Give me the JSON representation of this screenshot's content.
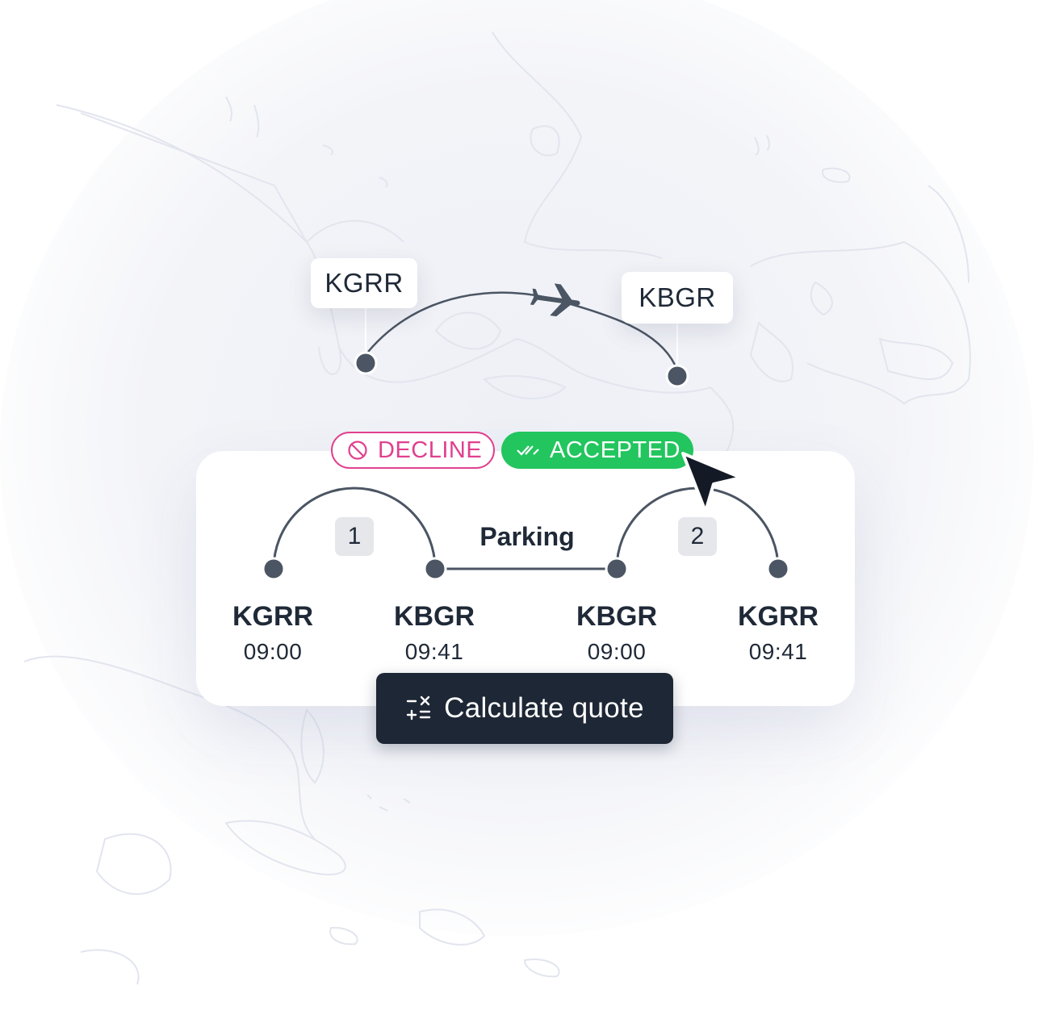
{
  "route": {
    "origin": "KGRR",
    "destination": "KBGR",
    "plane_icon": "airplane-icon"
  },
  "status": {
    "decline_label": "DECLINE",
    "accepted_label": "ACCEPTED",
    "decline_color": "#e0408e",
    "accepted_color": "#22c55e"
  },
  "itinerary": {
    "legs": [
      {
        "number": "1"
      },
      {
        "number": "2"
      }
    ],
    "parking_label": "Parking",
    "stops": [
      {
        "code": "KGRR",
        "time": "09:00"
      },
      {
        "code": "KBGR",
        "time": "09:41"
      },
      {
        "code": "KBGR",
        "time": "09:00"
      },
      {
        "code": "KGRR",
        "time": "09:41"
      }
    ]
  },
  "actions": {
    "calculate_label": "Calculate quote",
    "calculate_icon": "calculator-icon"
  },
  "colors": {
    "dark": "#1e2735",
    "node": "#4b5563",
    "map_land": "#eef0f5"
  }
}
